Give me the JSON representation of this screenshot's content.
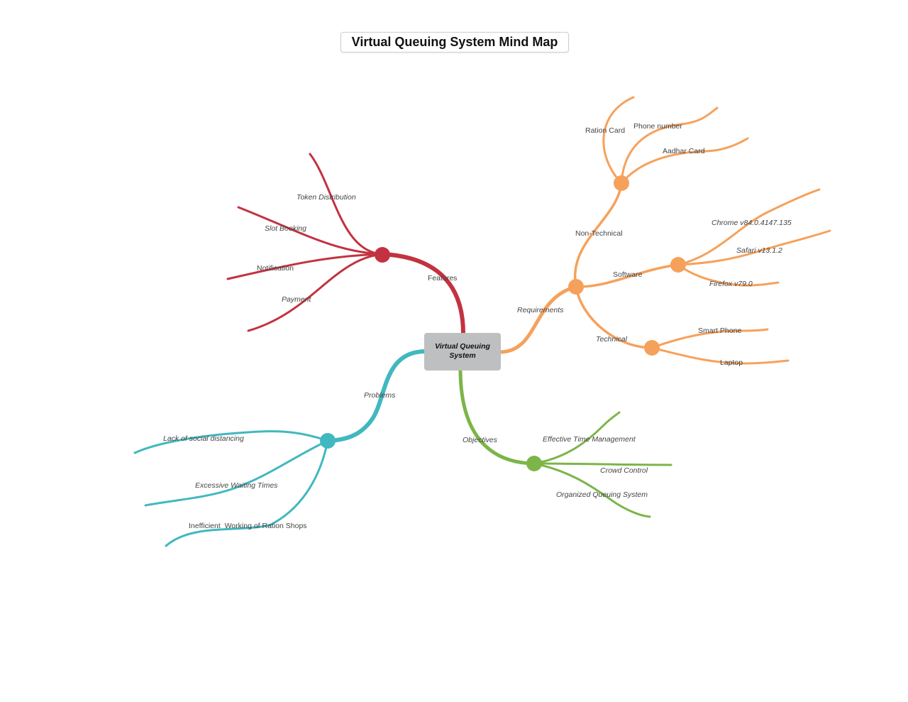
{
  "title": "Virtual Queuing System Mind Map",
  "colors": {
    "features": "#c33240",
    "requirements": "#f6a15b",
    "problems": "#41b8bf",
    "objectives": "#7cb548",
    "center_fill": "#bdbfc0",
    "label": "#444444"
  },
  "center": {
    "line1": "Virtual Queuing",
    "line2": "System"
  },
  "branches": {
    "features": {
      "label": "Features",
      "items": [
        "Token Distribution",
        "Slot Booking",
        "Notification",
        "Payment"
      ]
    },
    "requirements": {
      "label": "Requirements",
      "non_technical": {
        "label": "Non-Technical",
        "items": [
          "Ration Card",
          "Phone number",
          "Aadhar Card"
        ]
      },
      "software": {
        "label": "Software",
        "items": [
          "Chrome v84.0.4147.135",
          "Safari v13.1.2",
          "Firefox v79.0"
        ]
      },
      "technical": {
        "label": "Technical",
        "items": [
          "Smart Phone",
          "Laptop"
        ]
      }
    },
    "problems": {
      "label": "Problems",
      "items": [
        "Lack of social distancing",
        "Excessive Waiting Times",
        "Inefficient  Working of Ration Shops"
      ]
    },
    "objectives": {
      "label": "Objectives",
      "items": [
        "Effective Time Management",
        "Crowd Control",
        "Organized Queuing System"
      ]
    }
  }
}
